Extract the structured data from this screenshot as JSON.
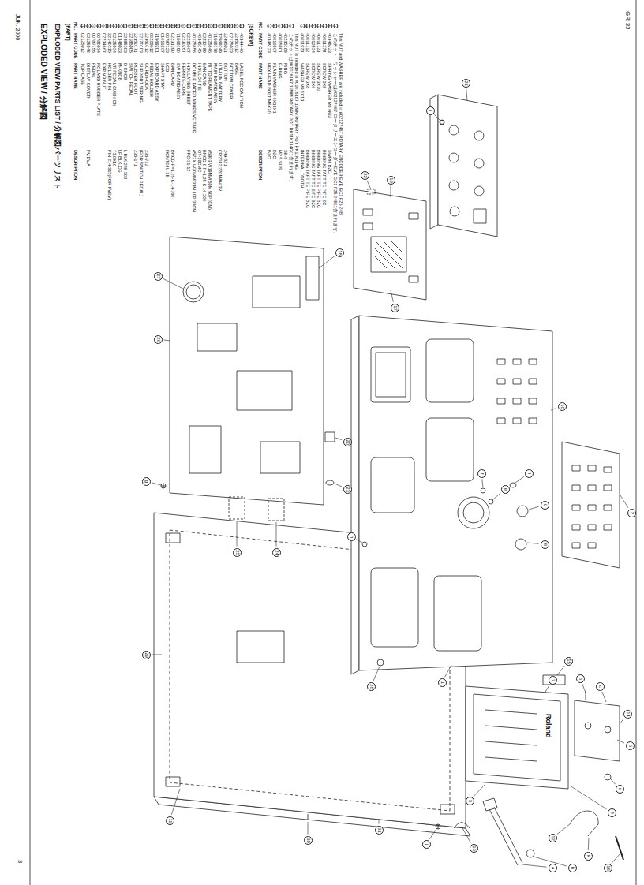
{
  "diagram": {
    "title": "EXPLODED VIEW / 分解図",
    "labels": [
      "JUN. 2000",
      "EXPLODED VIEW PARTS LIST / 分解図パーツリスト",
      "[PART]",
      "NO.",
      "PART CODE",
      "PART NAME",
      "DESCRIPTION",
      "1",
      "02125012",
      "TOP CASE",
      "2",
      "02125045",
      "DISPLAY COVER",
      "PV.EV.A",
      "3",
      "00787756",
      "PEDAL",
      "4",
      "00780034",
      "ROLAND RUBBER PLATE",
      "5",
      "02234667",
      "EXP VR NUT",
      "6",
      "22140315",
      "HOLDER PIN",
      "PIN 214-315(FOR PVEV)",
      "7",
      "02125034",
      "VR PEDAL CUSHION",
      "T3.0X10",
      "8",
      "01348023",
      "M-KNOB",
      "LF BLK.CG",
      "9",
      "22485303",
      "D-KNOB",
      "L BLK 248-303",
      "10",
      "22185005",
      "SWITCH PEDAL",
      "11",
      "22350171",
      "RUBBER FOOT",
      "235-171",
      "12",
      "22170103",
      "SUPPORT SPRING",
      "(FOR SWITCH PEDAL)",
      "13",
      "22360712",
      "CORD HOOK",
      "236-712",
      "14",
      "00228612",
      "PEDAL HOLDER",
      "15",
      "71569201",
      "EXP BOARD ASSY",
      "16",
      "01016267",
      "SHAFT STAY",
      "17",
      "00787123",
      "LCD",
      "RCMT04U-1B",
      "18",
      "02231390",
      "BAN CARD",
      "BNCD-P=1.25-K-14-360",
      "19",
      "71569190",
      "SW BOARD ASSY",
      "20",
      "02230267",
      "FERRITE-CORE",
      "21",
      "02235667",
      "INSULATING SHEET",
      "FPC-31-12",
      "22",
      "40125656",
      "DOUBLE FACED ADHESIVE TAPE",
      "#572X W20MM 33M 10P 33CM",
      "23",
      "40345145",
      "INSULOK TIE",
      "OT-18CMC",
      "24",
      "02232489",
      "BAN CARD",
      "BNCD-0-P=1.25-K-16-200",
      "25",
      "40125646",
      "NITTO FILAMENT TAPE",
      "#5903 W19MM 50M 50P (CM)",
      "26",
      "71569178",
      "MAIN BOARD ASSY",
      "27",
      "12569249",
      "LITHIUM BATTERY",
      "CR2032 220MAH/3V",
      "28",
      "22495021",
      "BUTTON",
      "249-521",
      "29",
      "02125023",
      "BOTTOM COVER",
      "30",
      "22350312",
      "BASE",
      "31",
      "40344446",
      "LABEL FCC CAUTION",
      "[SCREW]",
      "NO.",
      "PART CODE",
      "PART NAME",
      "DESCRIPTION",
      "a",
      "40348123",
      "HEX HEAD BOLT M6X70",
      "BZC",
      "b",
      "40016967",
      "PLAIN WASHER 6X13X1",
      "BZC",
      "c",
      "40015901",
      "E-RING",
      "M2.5 SUS",
      "d",
      "40235189",
      "RING",
      "SE-9",
      "e",
      "このナットは#01016187 11MM ROTARY POT RK11K114Gに含まれます。",
      "This NUT is included in #01016187 11MM ROTARY POT RK11K114G.",
      "f",
      "40011923",
      "WASHER M9 1X13",
      "INTERNAL TOOTH",
      "g",
      "40011312",
      "SCREW 3X8",
      "BINDING TAPTITE P FE BZC",
      "h",
      "40012534",
      "SCREW 3X6",
      "BINDING TAPTITE S FE BZC",
      "i",
      "40011323",
      "SCREW 3X10",
      "BINDING TAPTITE P FE BZC",
      "j",
      "40011278",
      "SCREW 3X8",
      "BINDING TAPTITE P FE ZC",
      "k",
      "40348223",
      "SPRING WASHER M6 NO2",
      "SWRH BZC",
      "l",
      "このナット、ワッシャーは#02127467 ロータリーエンコーダー EVE GC1 F25 24Bに含まれます。",
      "This NUT and WASHER are included in #02127467 ROTARY ENCODER EVE GC1 F25 24B",
      "GR-33",
      "3",
      "Roland",
      "1",
      "2",
      "3",
      "4",
      "5",
      "6",
      "7",
      "8",
      "9",
      "10",
      "11",
      "12",
      "13",
      "14",
      "15",
      "16",
      "17",
      "18",
      "19",
      "20",
      "21",
      "22",
      "23",
      "24",
      "25",
      "26",
      "27",
      "28",
      "29",
      "30",
      "31",
      "a",
      "b",
      "c",
      "d",
      "e",
      "f",
      "g",
      "h",
      "i",
      "j",
      "k",
      "l"
    ]
  }
}
